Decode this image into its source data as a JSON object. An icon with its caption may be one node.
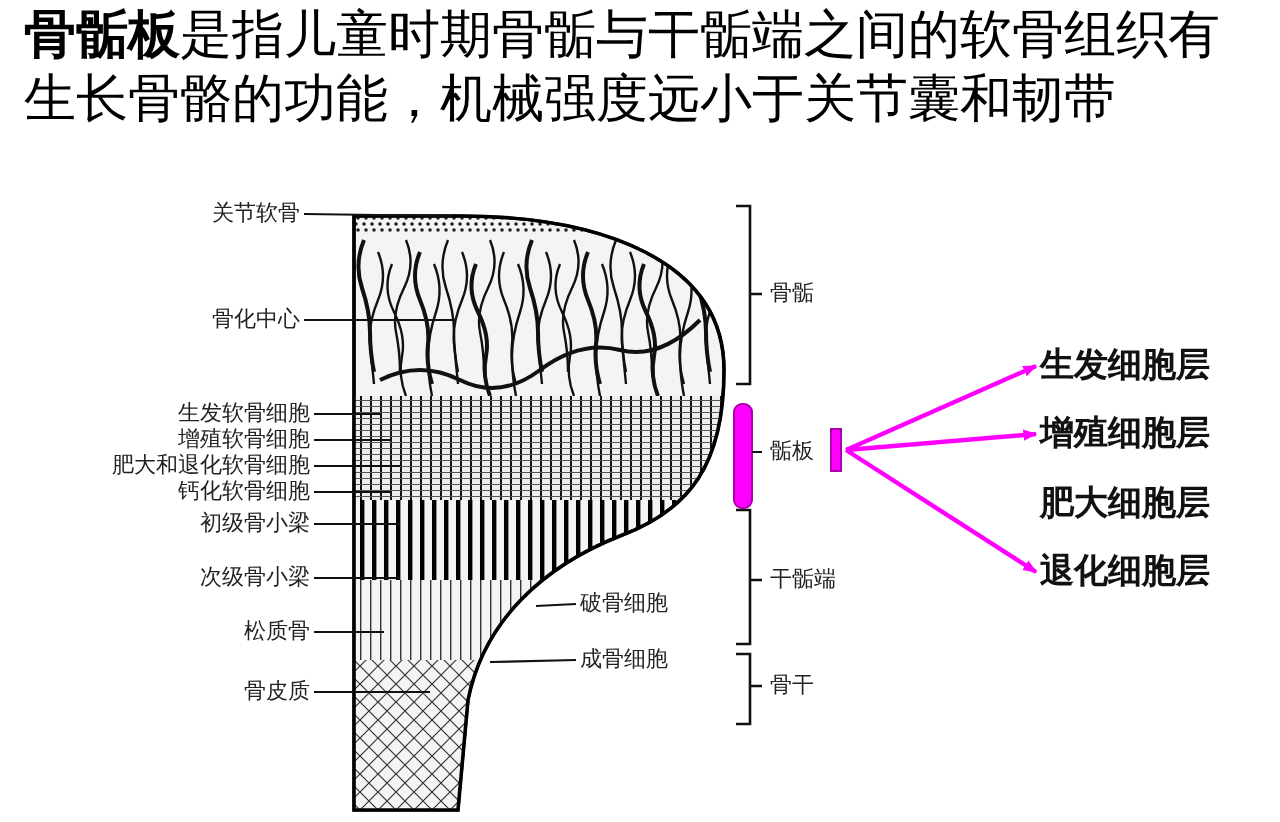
{
  "diagram": {
    "title": "**骨骺板**是指儿童时期骨骺与干骺端之间的软骨组织有生长骨骼的功能，机械强度远小于关节囊和韧带",
    "nodes": [
      {
        "text": [
          "关节软骨"
        ]
      },
      {
        "text": [
          "骨化中心"
        ]
      },
      {
        "text": [
          "生发软骨细胞"
        ]
      },
      {
        "text": [
          "增殖软骨细胞"
        ]
      },
      {
        "text": [
          "肥大和退化软骨细胞"
        ]
      },
      {
        "text": [
          "钙化软骨细胞"
        ]
      },
      {
        "text": [
          "初级骨小梁"
        ]
      },
      {
        "text": [
          "次级骨小梁"
        ]
      },
      {
        "text": [
          "松质骨"
        ]
      },
      {
        "text": [
          "骨皮质"
        ]
      },
      {
        "text": [
          "破骨细胞"
        ]
      },
      {
        "text": [
          "成骨细胞"
        ]
      },
      {
        "text": [],
        "shape": "bar"
      },
      {
        "text": [
          "生发细胞层"
        ]
      },
      {
        "text": [
          "增殖细胞层"
        ]
      },
      {
        "text": [
          "退化细胞层"
        ]
      }
    ],
    "edges": [
      {
        "from": 0,
        "to": null,
        "arrow": "none"
      },
      {
        "from": 1,
        "to": null,
        "arrow": "none"
      },
      {
        "from": 2,
        "to": null,
        "arrow": "none"
      },
      {
        "from": 3,
        "to": null,
        "arrow": "none"
      },
      {
        "from": 4,
        "to": null,
        "arrow": "none"
      },
      {
        "from": 5,
        "to": null,
        "arrow": "none"
      },
      {
        "from": 6,
        "to": null,
        "arrow": "none"
      },
      {
        "from": 7,
        "to": null,
        "arrow": "none"
      },
      {
        "from": 8,
        "to": null,
        "arrow": "none"
      },
      {
        "from": 9,
        "to": null,
        "arrow": "none"
      },
      {
        "from": 10,
        "to": null,
        "arrow": "none"
      },
      {
        "from": 11,
        "to": null,
        "arrow": "none"
      },
      {
        "from": 12,
        "to": 13,
        "arrow": "to",
        "color": "#ff00ff"
      },
      {
        "from": 12,
        "to": 14,
        "arrow": "to",
        "color": "#ff00ff"
      },
      {
        "from": 12,
        "to": 15,
        "arrow": "to",
        "color": "#ff00ff"
      }
    ],
    "labels": [
      "骨骺",
      "骺板",
      "干骺端",
      "骨干",
      "肥大细胞层"
    ]
  }
}
